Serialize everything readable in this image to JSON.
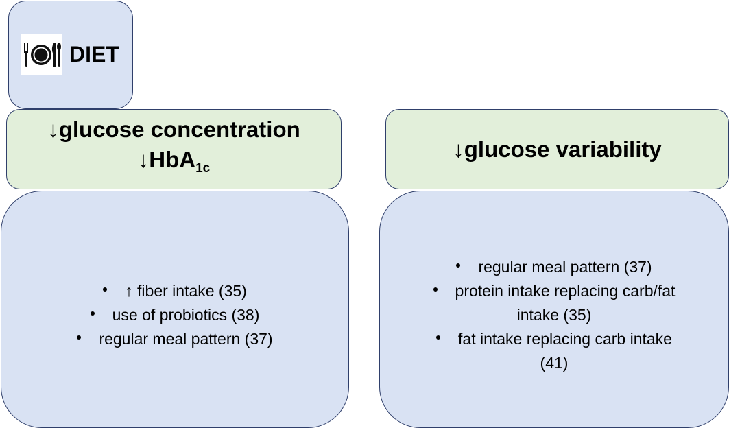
{
  "diet": {
    "icon": "plate-and-cutlery-icon",
    "label": "DIET"
  },
  "arrows": {
    "down": "↓",
    "up": "↑"
  },
  "left_panel": {
    "header_line1": "glucose concentration",
    "header_line2_main": "HbA",
    "header_line2_sub": "1c",
    "items": [
      {
        "arrow": "↑",
        "text": " fiber intake (35)"
      },
      {
        "text": "use of probiotics (38)"
      },
      {
        "text": "regular meal pattern (37)"
      }
    ]
  },
  "right_panel": {
    "header": "glucose variability",
    "items": [
      {
        "text": "regular meal pattern (37)"
      },
      {
        "text_line1": "protein intake replacing carb/fat",
        "text_line2": "intake (35)"
      },
      {
        "text_line1": "fat intake replacing carb intake",
        "text_line2": "(41)"
      }
    ]
  },
  "colors": {
    "blue_fill": "#d9e2f3",
    "green_fill": "#e2efda",
    "border": "#2f3f6b"
  }
}
